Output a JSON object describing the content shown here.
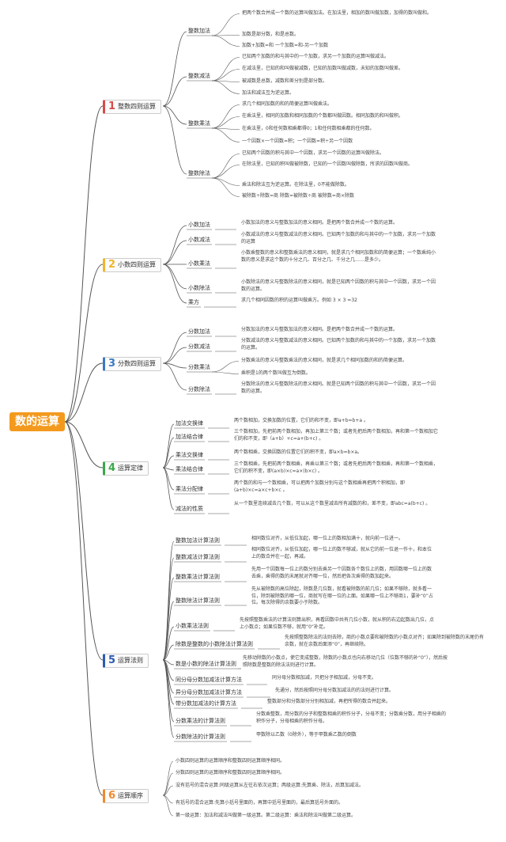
{
  "root": "数的运算",
  "colors": {
    "root": "#f39a1e",
    "categories": [
      "#d84a4a",
      "#f2b428",
      "#3a78c2",
      "#3aa84a",
      "#2a5cb0",
      "#f0892c"
    ]
  },
  "categories": [
    {
      "num": "1",
      "label": "整数四则运算",
      "subs": [
        {
          "label": "整数加法",
          "items": [
            "把两个数合并成一个数的运算叫做加法。在加法里，相加的数叫做加数，加得的数叫做和。",
            "加数是部分数，和是总数。",
            "加数+加数=和 一个加数=和-另一个加数"
          ]
        },
        {
          "label": "整数减法",
          "items": [
            "已知两个加数的和与其中的一个加数，求另一个加数的运算叫做减法。",
            "在减法里，已知的和叫做被减数，已知的加数叫做减数，未知的加数叫做差。",
            "被减数是总数，减数和差分别是部分数。",
            "加法和减法互为逆运算。"
          ]
        },
        {
          "label": "整数乘法",
          "items": [
            "求几个相同加数的和的简便运算叫做乘法。",
            "在乘法里，相同的加数和相同加数的个数都叫做因数。相同加数的和叫做积。",
            "在乘法里，0和任何数相乘都得0；1和任何数相乘都的任何数。",
            "一个因数×一个因数=积；一个因数=积÷另一个因数"
          ]
        },
        {
          "label": "整数除法",
          "items": [
            "已知两个因数的积与其中一个因数，求另一个因数的运算叫做除法。",
            "在除法里，已知的积叫做被除数，已知的一个因数叫做除数，所求的因数叫做商。",
            "乘法和除法互为逆运算。在除法里，0不能做除数。",
            "被除数÷除数=商 除数=被除数÷商 被除数=商×除数"
          ]
        }
      ]
    },
    {
      "num": "2",
      "label": "小数四则运算",
      "subs": [
        {
          "label": "小数加法",
          "items": [
            "小数加法的意义与整数加法的意义相同。是把两个数合并成一个数的运算。"
          ]
        },
        {
          "label": "小数减法",
          "items": [
            "小数减法的意义与整数减法的意义相同。已知两个加数的和与其中的一个加数，求另一个加数的运算"
          ]
        },
        {
          "label": "小数乘法",
          "items": [
            "小数乘整数的意义和整数乘法的意义相同，就是求几个相同加数和的简便运算；一个数乘纯小数的意义是求这个数的十分之几、百分之几、千分之几……是多少。"
          ]
        },
        {
          "label": "小数除法",
          "items": [
            "小数除法的意义与整数除法的意义相同，就是已知两个因数的积与其中一个因数，求另一个因数的运算。"
          ]
        },
        {
          "label": "乘方",
          "items": [
            "求几个相同因数的积的运算叫做乘方。例如 3 × 3 =32"
          ]
        }
      ]
    },
    {
      "num": "3",
      "label": "分数四则运算",
      "subs": [
        {
          "label": "分数加法",
          "items": [
            "分数加法的意义与整数加法的意义相同。是把两个数合并成一个数的运算。"
          ]
        },
        {
          "label": "分数减法",
          "items": [
            "分数减法的意义与整数减法的意义相同。已知两个加数的和与其中的一个加数，求另一个加数的运算。"
          ]
        },
        {
          "label": "分数乘法",
          "items": [
            "分数乘法的意义与整数乘法的意义相同，就是求几个相同加数的和的简便运算。",
            "乘积是1的两个数叫做互为倒数。"
          ]
        },
        {
          "label": "分数除法",
          "items": [
            "分数除法的意义与整数除法的意义相同。就是已知两个因数的积与其中一个因数，求另一个因数的运算。"
          ]
        }
      ]
    },
    {
      "num": "4",
      "label": "运算定律",
      "subs": [
        {
          "label": "加法交换律",
          "items": [
            "两个数相加，交换加数的位置，它们的和不变，即a+b=b+a 。"
          ]
        },
        {
          "label": "加法结合律",
          "items": [
            "三个数相加，先把前两个数相加，再加上第三个数；或者先把后两个数相加，再和第一个数相加它们的和不变，即（a+b）+c=a+(b+c) 。"
          ]
        },
        {
          "label": "乘法交换律",
          "items": [
            "两个数相乘，交换因数的位置它们的积不变，即a×b=b×a。"
          ]
        },
        {
          "label": "乘法结合律",
          "items": [
            "三个数相乘，先把前两个数相乘，再乘以第三个数；或者先把后两个数相乘，再和第一个数相乘，它们的积不变，即(a×b)×c=a×(b×c) 。"
          ]
        },
        {
          "label": "乘法分配律",
          "items": [
            "两个数的和与一个数相乘，可以把两个加数分别与这个数相乘再把两个积相加，即(a+b)×c=a×c+b×c 。"
          ]
        },
        {
          "label": "减法的性质",
          "items": [
            "从一个数里连续减去几个数，可以从这个数里减去所有减数的和，差不变，即abc=a(b+c) 。"
          ]
        }
      ]
    },
    {
      "num": "5",
      "label": "运算法则",
      "subs": [
        {
          "label": "整数加法计算法则",
          "items": [
            "相同数位对齐，从低位加起，哪一位上的数相加满十，就向前一位进一。"
          ]
        },
        {
          "label": "整数减法计算法则",
          "items": [
            "相同数位对齐，从低位加起，哪一位上的数不够减，就从它的前一位退一作十，和本位上的数合并在一起，再减。"
          ]
        },
        {
          "label": "整数乘法计算法则",
          "items": [
            "先用一个因数每一位上的数分别去乘另一个因数各个数位上的数，用因数哪一位上的数去乘，乘得的数的末尾就对齐哪一位，然后把各次乘得的数加起来。"
          ]
        },
        {
          "label": "整数除法计算法则",
          "items": [
            "先从被除数的高位除起，除数是几位数，就看被除数的前几位；如果不够除，就多看一位，除到被除数的哪一位，商就写在哪一位的上面。如果哪一位上不够商1，要补“0”占位。每次除得的余数要小于除数。"
          ]
        },
        {
          "label": "小数乘法法则",
          "items": [
            "先按照整数乘法的计算法则算出积，再看因数中共有几位小数，就从积的右边起数出几位，点上小数点；如果位数不够，就用“0”补足。"
          ]
        },
        {
          "label": "除数是整数的小数除法计算法则",
          "items": [
            "先按照整数除法的法则去除，商的小数点要和被除数的小数点对齐；如果除到被除数的末尾仍有余数，就在余数后面添“0”，再继续除。"
          ]
        },
        {
          "label": "数是小数的除法计算法则",
          "items": [
            "先移动除数的小数点，使它变成整数，除数的小数点也向右移动几位（位数不够的补“0”），然后按照除数是整数的除法法则进行计算。"
          ]
        },
        {
          "label": "同分母分数加减法计算方法",
          "items": [
            "同分母分数相加减，只把分子相加减，分母不变。"
          ]
        },
        {
          "label": "异分母分数加减法计算方法",
          "items": [
            "先通分，然后按照同分母分数加减法的的法则进行计算。"
          ]
        },
        {
          "label": "带分数加减法的计算方法",
          "items": [
            "整数部分和分数部分分别相加减，再把所得的数合并起来。"
          ]
        },
        {
          "label": "分数乘法的计算法则",
          "items": [
            "分数乘整数，用分数的分子和整数相乘的积作分子，分母不变；分数乘分数，用分子相乘的积作分子，分母相乘的积作分母。"
          ]
        },
        {
          "label": "分数除法的计算法则",
          "items": [
            "甲数除以乙数（0除外），等于甲数乘乙数的倒数"
          ]
        }
      ]
    },
    {
      "num": "6",
      "label": "运算顺序",
      "subs": [],
      "items": [
        "小数四则运算的运算顺序和整数四则运算顺序相同。",
        "分数四则运算的运算顺序和整数四则运算顺序相同。",
        "没有括号的混合运算:同级运算从左往右依次运算；两级运算:先算乘、除法，后算加减法。",
        "有括号的混合运算:先算小括号里面的，再算中括号里面的，最后算括号外面的。",
        "第一级运算：加法和减法叫做第一级运算。第二级运算：乘法和除法叫做第二级运算。"
      ]
    }
  ]
}
